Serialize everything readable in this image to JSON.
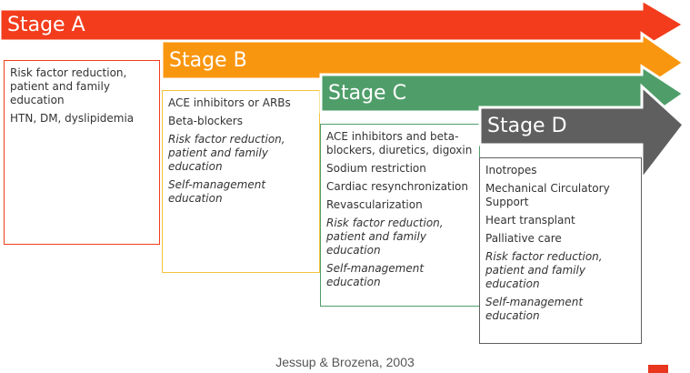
{
  "colors": {
    "stage_a": "#f23c1c",
    "stage_b": "#f9960f",
    "stage_c": "#4f9e6a",
    "stage_d": "#5f5f60",
    "accent": "#e8361f"
  },
  "stages": [
    {
      "title": "Stage A",
      "items": [
        {
          "text": "Risk factor reduction, patient and family education",
          "italic": false
        },
        {
          "text": "HTN, DM, dyslipidemia",
          "italic": false
        }
      ]
    },
    {
      "title": "Stage B",
      "items": [
        {
          "text": "ACE inhibitors or ARBs",
          "italic": false
        },
        {
          "text": "Beta-blockers",
          "italic": false
        },
        {
          "text": "Risk factor reduction, patient and family education",
          "italic": true
        },
        {
          "text": "Self-management education",
          "italic": true
        }
      ]
    },
    {
      "title": "Stage C",
      "items": [
        {
          "text": "ACE inhibitors and beta-blockers, diuretics, digoxin",
          "italic": false
        },
        {
          "text": "Sodium restriction",
          "italic": false
        },
        {
          "text": "Cardiac resynchronization",
          "italic": false
        },
        {
          "text": "Revascularization",
          "italic": false
        },
        {
          "text": "Risk factor reduction, patient and family education",
          "italic": true
        },
        {
          "text": "Self-management education",
          "italic": true
        }
      ]
    },
    {
      "title": "Stage D",
      "items": [
        {
          "text": "Inotropes",
          "italic": false
        },
        {
          "text": "Mechanical Circulatory Support",
          "italic": false
        },
        {
          "text": "Heart transplant",
          "italic": false
        },
        {
          "text": "Palliative care",
          "italic": false
        },
        {
          "text": "Risk factor reduction, patient and family education",
          "italic": true
        },
        {
          "text": "Self-management education",
          "italic": true
        }
      ]
    }
  ],
  "citation": "Jessup & Brozena, 2003"
}
